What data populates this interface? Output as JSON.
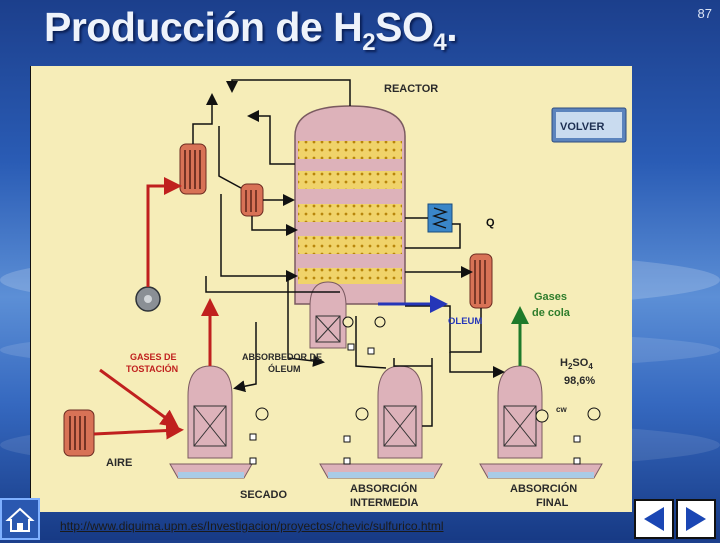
{
  "slide": {
    "title_main": "Producción de H",
    "title_sub1": "2",
    "title_mid": "SO",
    "title_sub2": "4",
    "title_end": ".",
    "page_number": "87",
    "link": "http://www.diquima.upm.es/Investigacion/proyectos/chevic/sulfurico.html"
  },
  "diagram": {
    "reactor": "REACTOR",
    "volver": "VOLVER",
    "q": "Q",
    "gases_cola_1": "Gases",
    "gases_cola_2": "de cola",
    "oleum": "OLEUM",
    "gases_tostacion_1": "GASES DE",
    "gases_tostacion_2": "TOSTACIÓN",
    "absorbedor_1": "ABSORBEDOR DE",
    "absorbedor_2": "ÓLEUM",
    "h2so4_main": "H",
    "h2so4_sub1": "2",
    "h2so4_mid": "SO",
    "h2so4_sub2": "4",
    "h2so4_pct": "98,6%",
    "aire": "AIRE",
    "secado": "SECADO",
    "abs_intermedia_1": "ABSORCIÓN",
    "abs_intermedia_2": "INTERMEDIA",
    "abs_final_1": "ABSORCIÓN",
    "abs_final_2": "FINAL",
    "cw": "cw"
  },
  "colors": {
    "background": "#f6edb8",
    "vessel_pink": "#ddb2ba",
    "water": "#a9cbe6",
    "arrow_red": "#c0201e",
    "arrow_green": "#1e7a2a",
    "arrow_blue": "#2536b8",
    "label_red": "#c0201e",
    "label_green": "#2f7d2c",
    "volver_bg": "#5c84bd"
  }
}
